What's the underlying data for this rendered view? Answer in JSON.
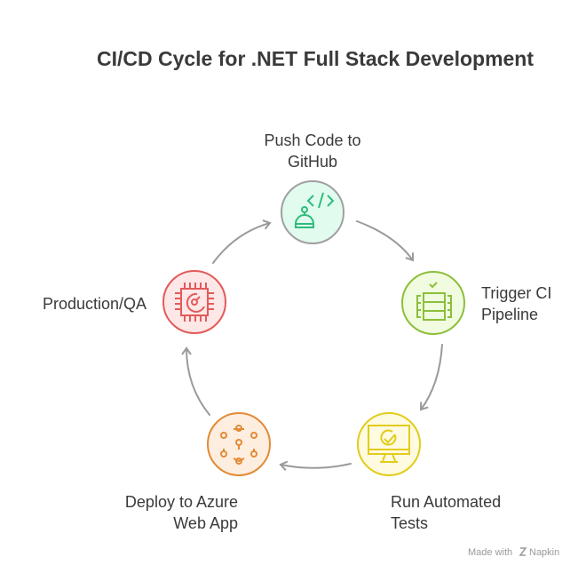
{
  "title": "CI/CD Cycle for .NET Full Stack Development",
  "steps": [
    {
      "line1": "Push Code to",
      "line2": "GitHub",
      "icon": "code-robot-icon",
      "fill": "#e2fbef",
      "stroke": "#a0a0a0",
      "icon_color": "#2dbd7a"
    },
    {
      "line1": "Trigger CI",
      "line2": "Pipeline",
      "icon": "server-check-icon",
      "fill": "#f1fbe0",
      "stroke": "#8cbf3a",
      "icon_color": "#8cbf3a"
    },
    {
      "line1": "Run Automated",
      "line2": "Tests",
      "icon": "monitor-check-icon",
      "fill": "#fefbe0",
      "stroke": "#e2cc1c",
      "icon_color": "#e2cc1c"
    },
    {
      "line1": "Deploy to Azure",
      "line2": "Web App",
      "icon": "network-nodes-icon",
      "fill": "#fdeee0",
      "stroke": "#e38a35",
      "icon_color": "#e38a35"
    },
    {
      "line1": "Production/QA",
      "line2": "",
      "icon": "chip-gauge-icon",
      "fill": "#fde7e7",
      "stroke": "#e35a5a",
      "icon_color": "#e35a5a"
    }
  ],
  "footer": {
    "made_with": "Made with",
    "brand": "Napkin"
  }
}
